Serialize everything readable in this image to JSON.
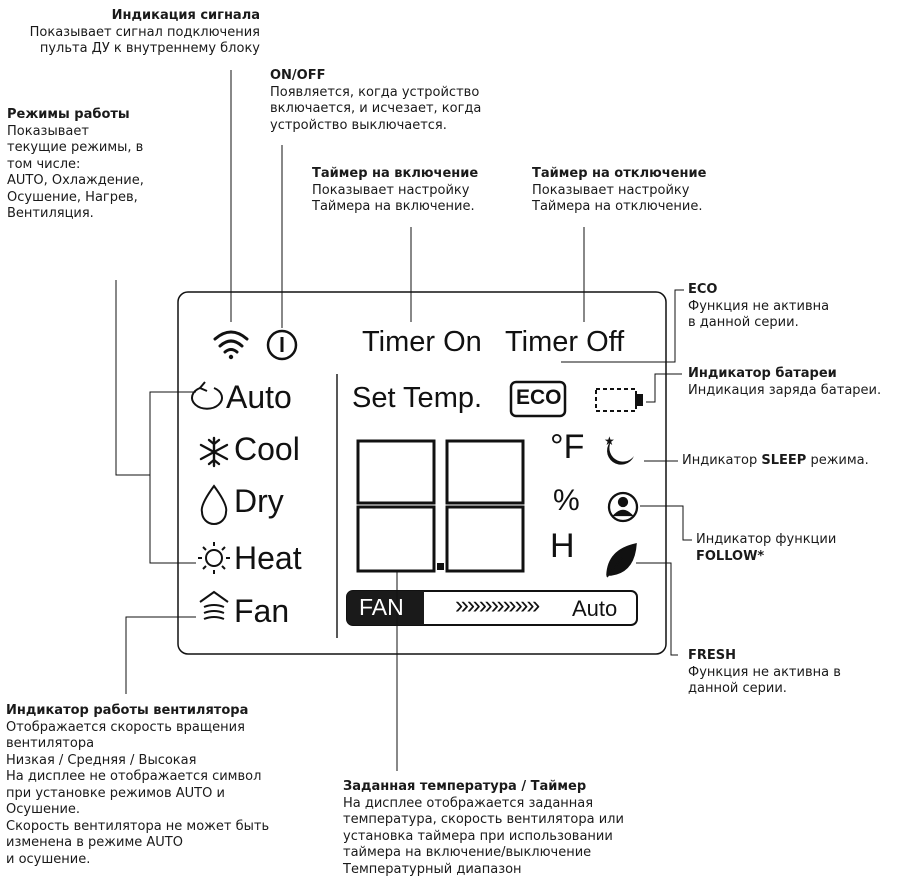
{
  "display": {
    "mode_labels": [
      "Auto",
      "Cool",
      "Dry",
      "Heat",
      "Fan"
    ],
    "timer_on": "Timer On",
    "timer_off": "Timer Off",
    "set_temp": "Set Temp.",
    "eco": "ECO",
    "fan_badge": "FAN",
    "fan_arrows": "»»»»»»»",
    "fan_auto": "Auto",
    "digits": "88",
    "unit_f": "°F",
    "unit_percent": "%",
    "unit_h": "H"
  },
  "annotations": {
    "signal": {
      "title": "Индикация сигнала",
      "desc": "Показывает сигнал подключения\nпульта ДУ к внутреннему блоку"
    },
    "onoff": {
      "title": "ON/OFF",
      "desc": "Появляется, когда устройство\nвключается, и исчезает, когда\nустройство выключается."
    },
    "modes": {
      "title": "Режимы работы",
      "desc": "Показывает\nтекущие режимы, в\nтом числе:\nAUTO, Охлаждение,\nОсушение, Нагрев,\nВентиляция."
    },
    "timer_on": {
      "title": "Таймер на включение",
      "desc": "Показывает настройку\nТаймера на включение."
    },
    "timer_off": {
      "title": "Таймер на отключение",
      "desc": "Показывает настройку\nТаймера на отключение."
    },
    "eco": {
      "title": "ECO",
      "desc": "Функция не активна\nв данной серии."
    },
    "battery": {
      "title": "Индикатор батареи",
      "desc": "Индикация заряда батареи."
    },
    "sleep": {
      "prefix": "Индикатор ",
      "bold": "SLEEP",
      "suffix": " режима."
    },
    "follow": {
      "line1": "Индикатор функции",
      "bold": "FOLLOW*"
    },
    "fresh": {
      "title": "FRESH",
      "desc": "Функция не активна в\nданной серии."
    },
    "fan": {
      "title": "Индикатор работы вентилятора",
      "desc": "Отображается скорость вращения\nвентилятора\nНизкая / Средняя / Высокая\nНа дисплее не отображается символ\nпри установке режимов AUTO и\nОсушение.\nСкорость вентилятора не может быть\nизменена в режиме AUTO\nи осушение."
    },
    "settemp": {
      "title": "Заданная температура / Таймер",
      "desc": "На дисплее отображается заданная\nтемпература, скорость вентилятора или\nустановка таймера при использовании\nтаймера на включение/выключение\nТемпературный диапазон"
    }
  }
}
